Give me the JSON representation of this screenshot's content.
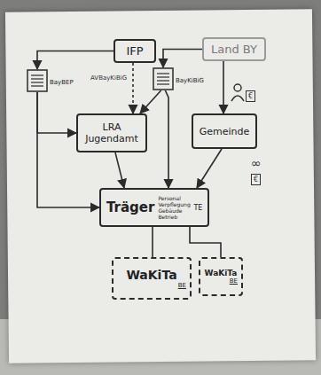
{
  "diagram": {
    "nodes": [
      {
        "text": [
          "IFP"
        ]
      },
      {
        "text": [
          "Land BY"
        ]
      },
      {
        "text": [
          "BayBEP"
        ]
      },
      {
        "text": [
          "BayKiBiG"
        ]
      },
      {
        "text": [
          "LRA Jugendamt"
        ]
      },
      {
        "text": [
          "Gemeinde"
        ]
      },
      {
        "text": [
          "Träger",
          "Personal Verpflegung Gebäude Betrieb",
          "TE"
        ]
      },
      {
        "text": [
          "WaKiTa",
          "BE"
        ]
      },
      {
        "text": [
          "WaKiTa",
          "BE"
        ]
      }
    ],
    "edges": [
      {
        "from": 0,
        "to": 2,
        "arrow": "to"
      },
      {
        "from": 0,
        "to": 4,
        "arrow": "to"
      },
      {
        "from": 1,
        "to": 3,
        "arrow": "to"
      },
      {
        "from": 1,
        "to": 5,
        "arrow": "to"
      },
      {
        "from": 2,
        "to": 4,
        "arrow": "to"
      },
      {
        "from": 2,
        "to": 6,
        "arrow": "to"
      },
      {
        "from": 3,
        "to": 4,
        "arrow": "to"
      },
      {
        "from": 3,
        "to": 6,
        "arrow": "to"
      },
      {
        "from": 4,
        "to": 6,
        "arrow": "to"
      },
      {
        "from": 5,
        "to": 6,
        "arrow": "to"
      },
      {
        "from": 6,
        "to": 7,
        "arrow": "none"
      },
      {
        "from": 6,
        "to": 8,
        "arrow": "none"
      }
    ],
    "labels": [
      "AVBayKiBiG",
      "€",
      "∞",
      "€"
    ]
  }
}
